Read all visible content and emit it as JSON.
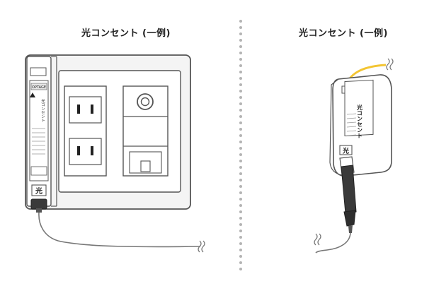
{
  "left_figure": {
    "caption": "光コンセント (一例)",
    "module_small_label": "OPTAGE",
    "module_title": "光コンセント",
    "module_badge": "光"
  },
  "right_figure": {
    "caption": "光コンセント (一例)",
    "module_title": "光コンセント",
    "module_badge": "光"
  },
  "colors": {
    "outline": "#555555",
    "plate_fill": "#f4f4f4",
    "inner_fill": "#ffffff",
    "cable_gray": "#777777",
    "cable_yellow": "#f3c533",
    "divider_dot": "#b4b4b4",
    "connector_dark": "#3a3a3a"
  }
}
